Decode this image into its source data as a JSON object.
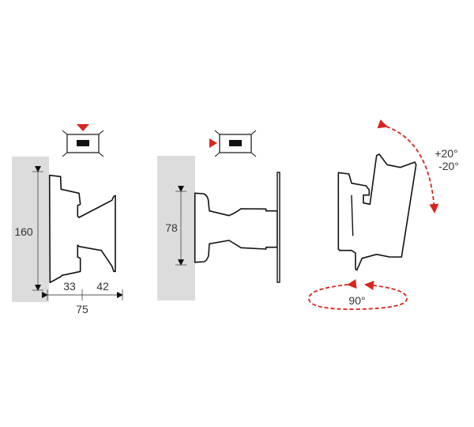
{
  "colors": {
    "accent": "#d9251d",
    "wall": "#dcdcdc",
    "line": "#111111"
  },
  "side_view": {
    "height_label": "160",
    "depth_min_label": "33",
    "depth_extension_label": "42",
    "depth_total_label": "75",
    "indicator_icon": "screen-front-arrow-down-icon"
  },
  "top_view": {
    "height_label": "78",
    "indicator_icon": "screen-side-arrow-left-icon"
  },
  "rotation_view": {
    "tilt_up_label": "+20°",
    "tilt_down_label": "-20°",
    "swivel_label": "90°"
  }
}
